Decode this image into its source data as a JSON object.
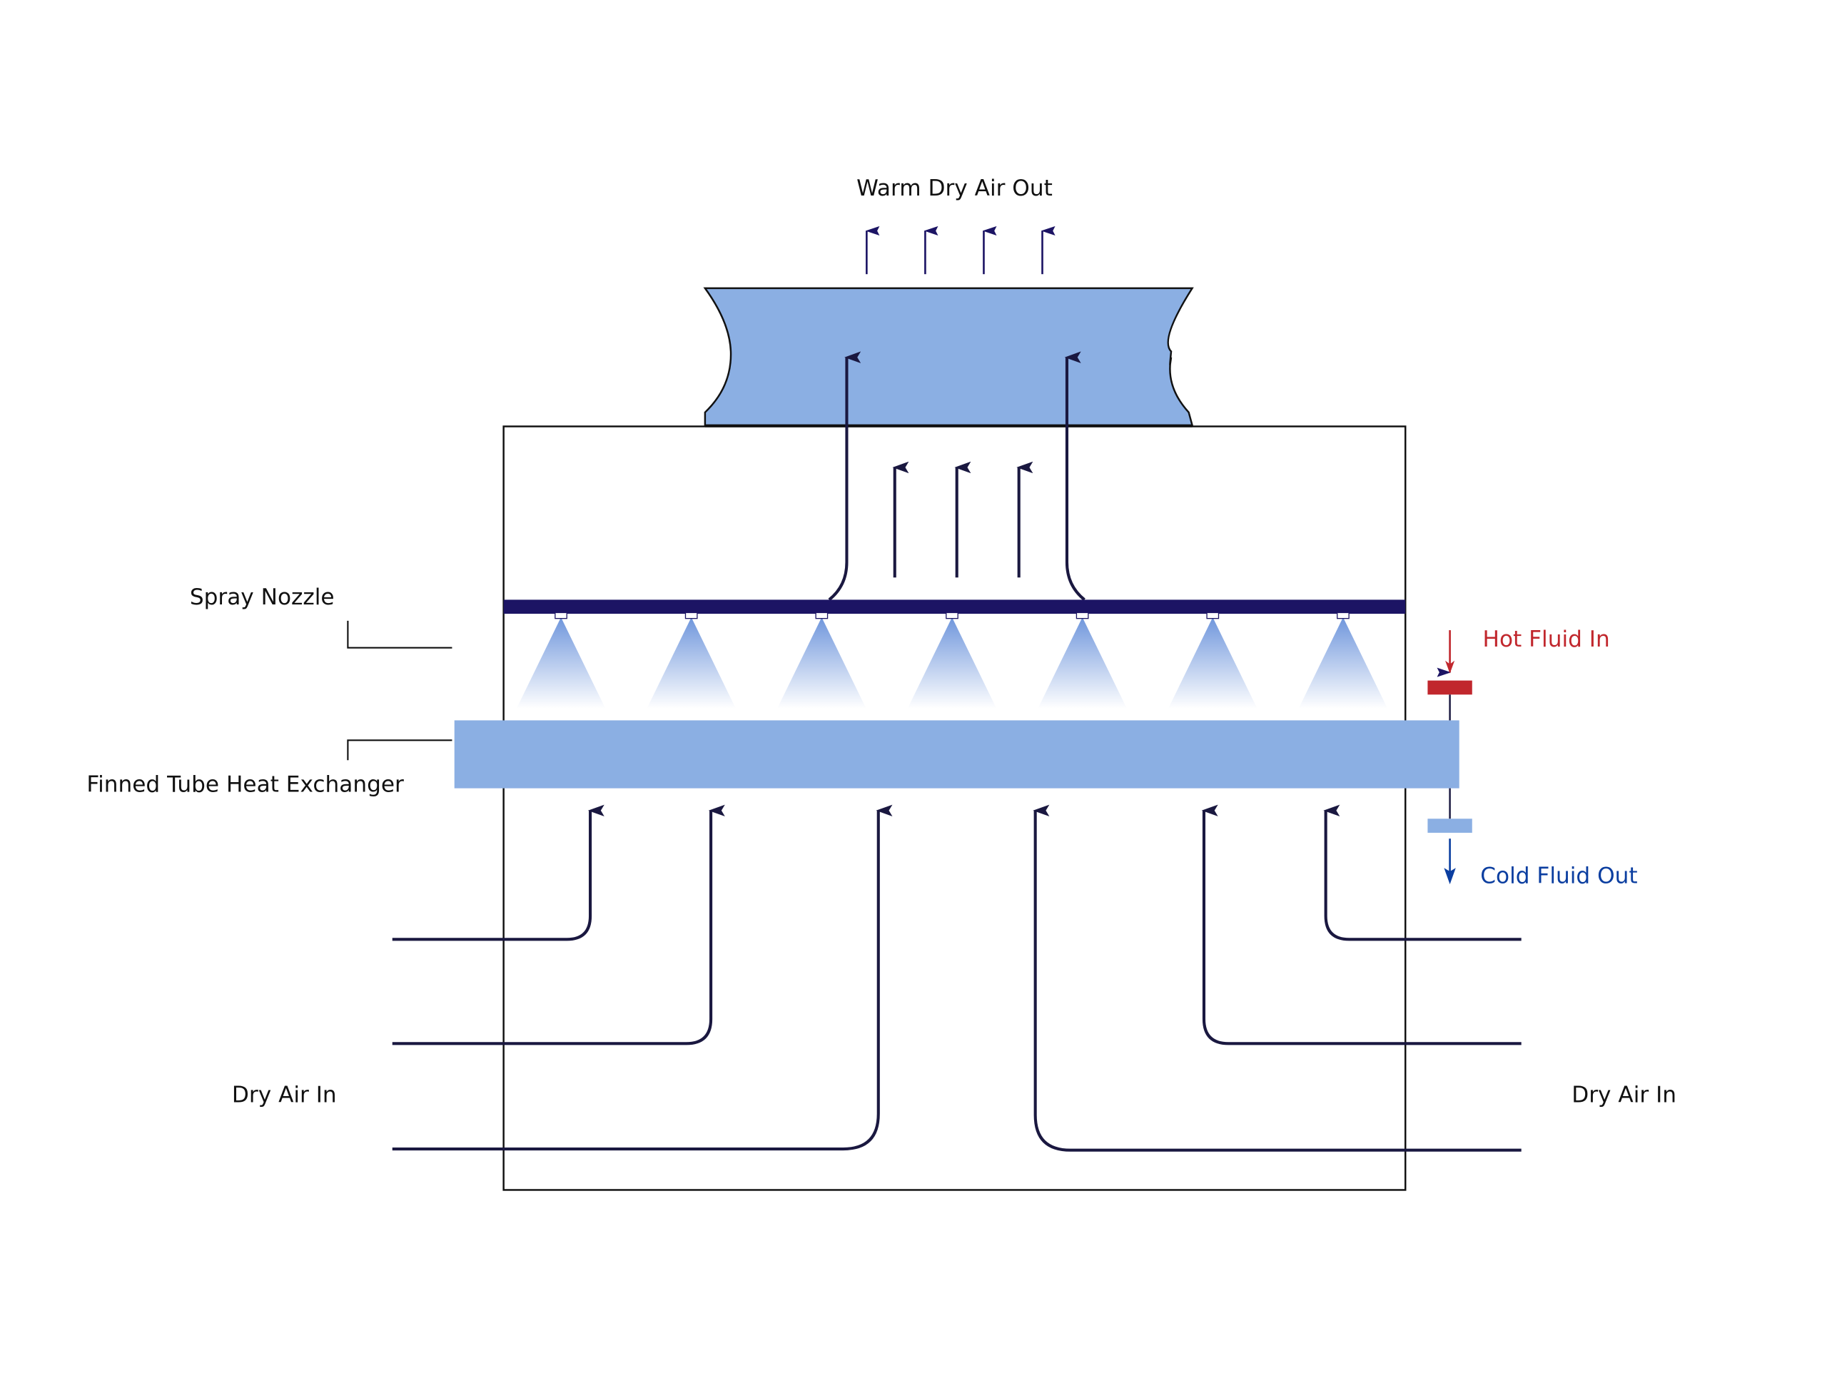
{
  "labels": {
    "warm_air_out": "Warm Dry Air Out",
    "spray_nozzle": "Spray Nozzle",
    "heat_exchanger": "Finned Tube Heat Exchanger",
    "dry_air_in_left": "Dry Air In",
    "dry_air_in_right": "Dry Air In",
    "hot_fluid_in": "Hot Fluid In",
    "cold_fluid_out": "Cold Fluid Out"
  },
  "colors": {
    "fan_fill": "#8BAFE3",
    "spray_bar": "#1C1464",
    "air_line": "#1A1840",
    "hot": "#C1272D",
    "cold": "#0B3EA0",
    "exchanger": "#8BAFE3"
  },
  "nozzle_count": 7
}
